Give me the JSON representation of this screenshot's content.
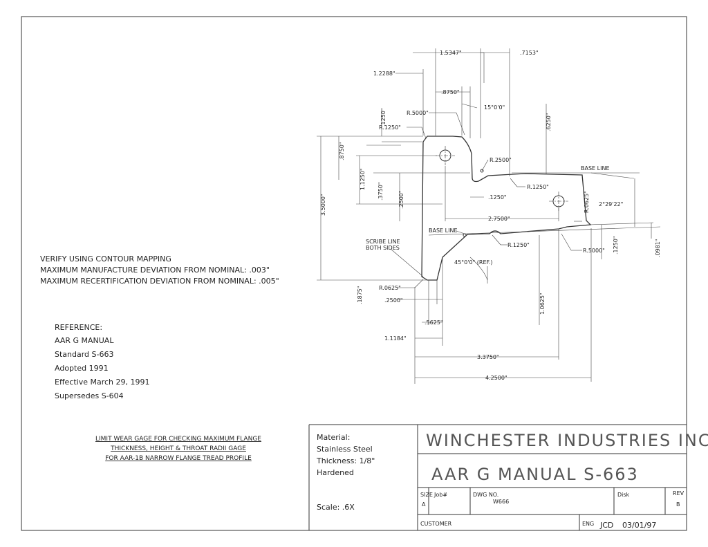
{
  "dimensions": {
    "d1": "1.5347\"",
    "d2": ".7153\"",
    "d3": "1.2288\"",
    "d4": ".8750\"",
    "d5": "15°0'0\"",
    "d6": "R.5000\"",
    "d7": ".1250\"",
    "d8": ".6250\"",
    "d9": "R.1250\"",
    "d10": "R.2500\"",
    "d11": ".8750\"",
    "d12": "1.1250\"",
    "d13": ".3750\"",
    "d14": ".2500\"",
    "d15": "3.5000\"",
    "d16": ".1250\"",
    "d17": "R.1250\"",
    "d18": "R.0625\"",
    "d19": "2°29'22\"",
    "d20": "2.7500\"",
    "d21": "R.1250\"",
    "d22": "45°0'0\" (REF.)",
    "d23": "R.5000\"",
    "d24": ".1250\"",
    "d25": ".0981\"",
    "d26": "R.0625\"",
    "d27": ".1875\"",
    "d28": ".2500\"",
    "d29": ".5625\"",
    "d30": "1.1184\"",
    "d31": "1.0625\"",
    "d32": "3.3750\"",
    "d33": "4.2500\"",
    "base_line_1": "BASE LINE",
    "base_line_2": "BASE LINE",
    "scribe_1": "SCRIBE LINE",
    "scribe_2": "BOTH SIDES"
  },
  "notes": {
    "verify": [
      "VERIFY USING CONTOUR MAPPING",
      "MAXIMUM MANUFACTURE DEVIATION FROM NOMINAL: .003\"",
      "MAXIMUM RECERTIFICATION DEVIATION FROM NOMINAL: .005\""
    ],
    "reference": [
      "REFERENCE:",
      "AAR G MANUAL",
      "Standard S-663",
      "Adopted 1991",
      "Effective March 29, 1991",
      "Supersedes S-604"
    ],
    "description": [
      "LIMIT WEAR GAGE FOR CHECKING MAXIMUM FLANGE",
      "THICKNESS, HEIGHT & THROAT RADII GAGE",
      "FOR AAR-1B NARROW FLANGE TREAD PROFILE"
    ]
  },
  "title_block": {
    "material": [
      "Material:",
      "Stainless Steel",
      "Thickness: 1/8\"",
      "Hardened"
    ],
    "scale": "Scale: .6X",
    "company": "WINCHESTER INDUSTRIES INC.",
    "drawing_title": "AAR G MANUAL S-663",
    "size_label": "SIZE",
    "size_value": "A",
    "job_label": "Job#",
    "dwg_label": "DWG NO.",
    "dwg_value": "W666",
    "disk_label": "Disk",
    "rev_label": "REV",
    "rev_value": "B",
    "customer_label": "CUSTOMER",
    "eng_label": "ENG",
    "eng_value": "JCD",
    "date": "03/01/97"
  }
}
